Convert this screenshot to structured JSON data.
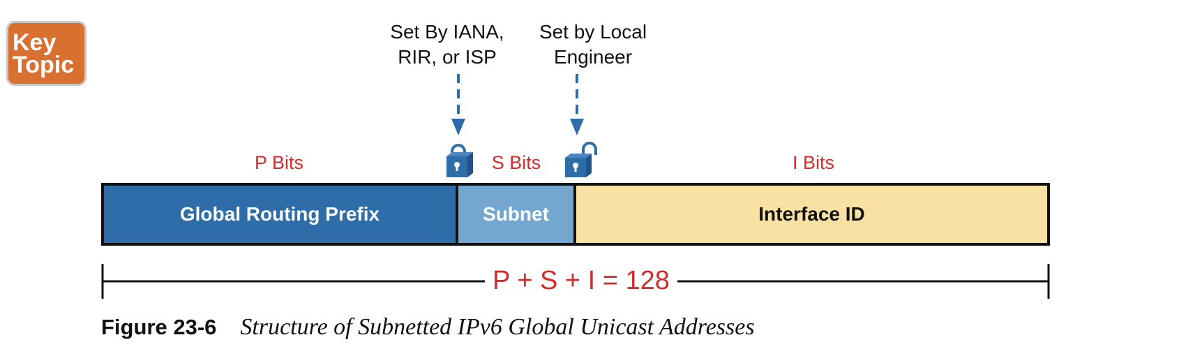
{
  "badge": {
    "line1": "Key",
    "line2": "Topic"
  },
  "callouts": {
    "left": {
      "line1": "Set By IANA,",
      "line2": "RIR, or ISP"
    },
    "right": {
      "line1": "Set by Local",
      "line2": "Engineer"
    }
  },
  "bit_labels": {
    "p": "P Bits",
    "s": "S Bits",
    "i": "I Bits"
  },
  "segments": {
    "prefix": "Global Routing Prefix",
    "subnet": "Subnet",
    "interface": "Interface ID"
  },
  "total": "P + S + I = 128",
  "caption": {
    "number": "Figure 23-6",
    "title": "Structure of Subnetted IPv6 Global Unicast Addresses"
  },
  "colors": {
    "prefix": "#2e6da8",
    "subnet": "#74a7cf",
    "interface": "#f8e1a2",
    "label_red": "#d02c2c",
    "arrow_blue": "#2e6da8",
    "badge_orange": "#d9702f"
  },
  "icons": [
    "lock-closed-icon",
    "lock-open-icon",
    "dashed-down-arrow-icon"
  ]
}
